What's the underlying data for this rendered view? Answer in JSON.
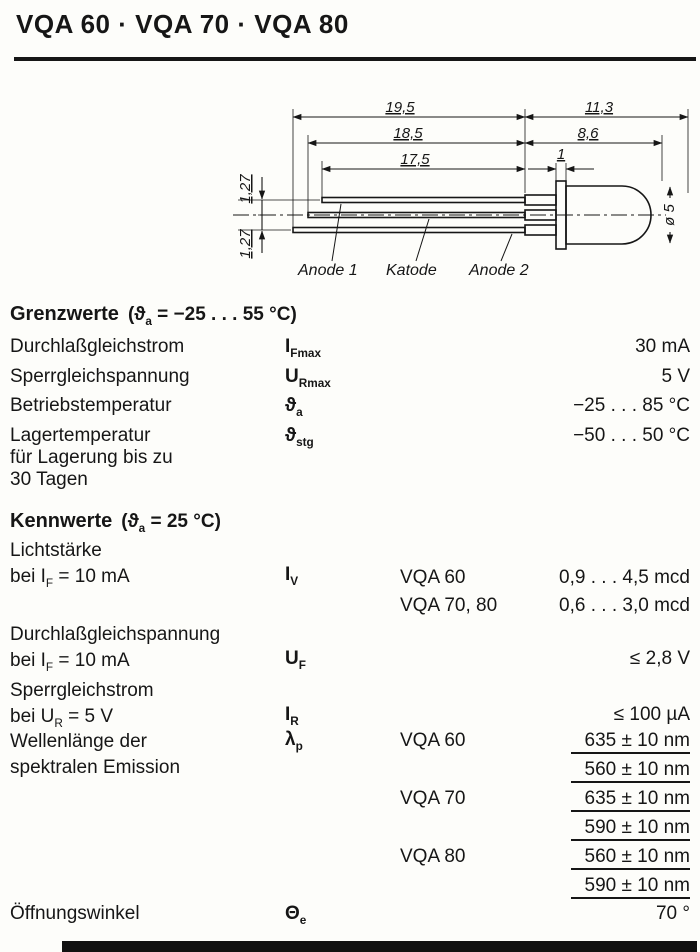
{
  "title": "VQA 60 · VQA 70 · VQA 80",
  "drawing": {
    "dimensions": {
      "total_lead": "19,5",
      "mid_lead": "18,5",
      "short_lead": "17,5",
      "overall_body": "11,3",
      "body": "8,6",
      "flange": "1",
      "pitch_top": "1,27",
      "pitch_bottom": "1,27",
      "diameter": "ø 5"
    },
    "pins": {
      "anode1": "Anode 1",
      "katode": "Katode",
      "anode2": "Anode 2"
    }
  },
  "grenzwerte": {
    "heading": "Grenzwerte",
    "condition": "(ϑ_{a} = −25 . . . 55 °C)",
    "rows": [
      {
        "label": "Durchlaßgleichstrom",
        "symbol": "I_{Fmax}",
        "value": "30 mA"
      },
      {
        "label": "Sperrgleichspannung",
        "symbol": "U_{Rmax}",
        "value": "5 V"
      },
      {
        "label": "Betriebstemperatur",
        "symbol": "ϑ_{a}",
        "value": "−25 . . . 85 °C"
      },
      {
        "label": "Lagertemperatur\nfür Lagerung bis zu\n30 Tagen",
        "symbol": "ϑ_{stg}",
        "value": "−50 . . . 50 °C"
      }
    ]
  },
  "kennwerte": {
    "heading": "Kennwerte",
    "condition": "(ϑ_{a} = 25 °C)",
    "lichtstaerke": {
      "label": "Lichtstärke\nbei I_{F} = 10 mA",
      "symbol": "I_{V}",
      "variants": [
        {
          "type": "VQA 60",
          "value": "0,9 . . . 4,5 mcd"
        },
        {
          "type": "VQA 70, 80",
          "value": "0,6 . . . 3,0 mcd"
        }
      ]
    },
    "durchlassgleichspannung": {
      "label": "Durchlaßgleichspannung\nbei I_{F} = 10 mA",
      "symbol": "U_{F}",
      "value": "≤ 2,8 V"
    },
    "sperrgleichstrom": {
      "label": "Sperrgleichstrom\nbei U_{R} = 5 V",
      "symbol": "I_{R}",
      "value": "≤ 100 µA"
    },
    "wellenlaenge": {
      "label": "Wellenlänge der\nspektralen Emission",
      "symbol": "λ_{p}",
      "variants": [
        {
          "type": "VQA 60",
          "values": [
            "635 ± 10 nm",
            "560 ± 10 nm"
          ]
        },
        {
          "type": "VQA 70",
          "values": [
            "635 ± 10 nm",
            "590 ± 10 nm"
          ]
        },
        {
          "type": "VQA 80",
          "values": [
            "560 ± 10 nm",
            "590 ± 10 nm"
          ]
        }
      ]
    },
    "oeffnungswinkel": {
      "label": "Öffnungswinkel",
      "symbol": "Θ_{e}",
      "value": "70 °"
    }
  }
}
